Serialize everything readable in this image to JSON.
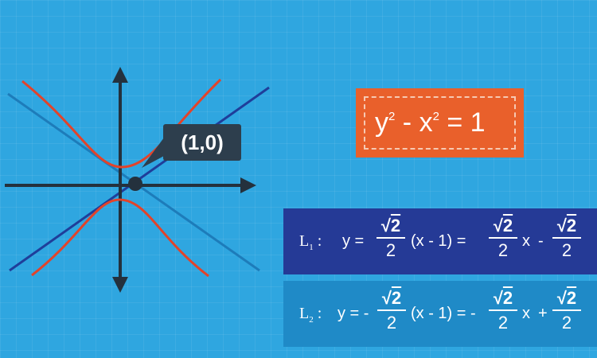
{
  "point_label": "(1,0)",
  "equation": {
    "y": "y",
    "exp_y": "2",
    "minus": " - ",
    "x": "x",
    "exp_x": "2",
    "rhs": " = 1"
  },
  "lines": [
    {
      "name": "L",
      "sub": "1",
      "sep": " :",
      "lhs": "y =",
      "f1": {
        "radical": "√",
        "num": "2",
        "den": "2"
      },
      "mid": "(x - 1) =",
      "f2": {
        "radical": "√",
        "num": "2",
        "den": "2"
      },
      "mid2": "x",
      "op": "-",
      "f3": {
        "radical": "√",
        "num": "2",
        "den": "2"
      }
    },
    {
      "name": "L",
      "sub": "2",
      "sep": " :",
      "lhs": "y = -",
      "f1": {
        "radical": "√",
        "num": "2",
        "den": "2"
      },
      "mid": "(x - 1) = -",
      "f2": {
        "radical": "√",
        "num": "2",
        "den": "2"
      },
      "mid2": "x",
      "op": "+",
      "f3": {
        "radical": "√",
        "num": "2",
        "den": "2"
      }
    }
  ],
  "colors": {
    "background": "#2fa6e0",
    "hyperbola": "#e2432a",
    "asymptote_dark": "#1f3e9a",
    "asymptote_light": "#1d7cba",
    "axis": "#24313d",
    "equation_box": "#e9602b",
    "l1_box": "#253a96",
    "l2_box": "#1f8ac7"
  }
}
